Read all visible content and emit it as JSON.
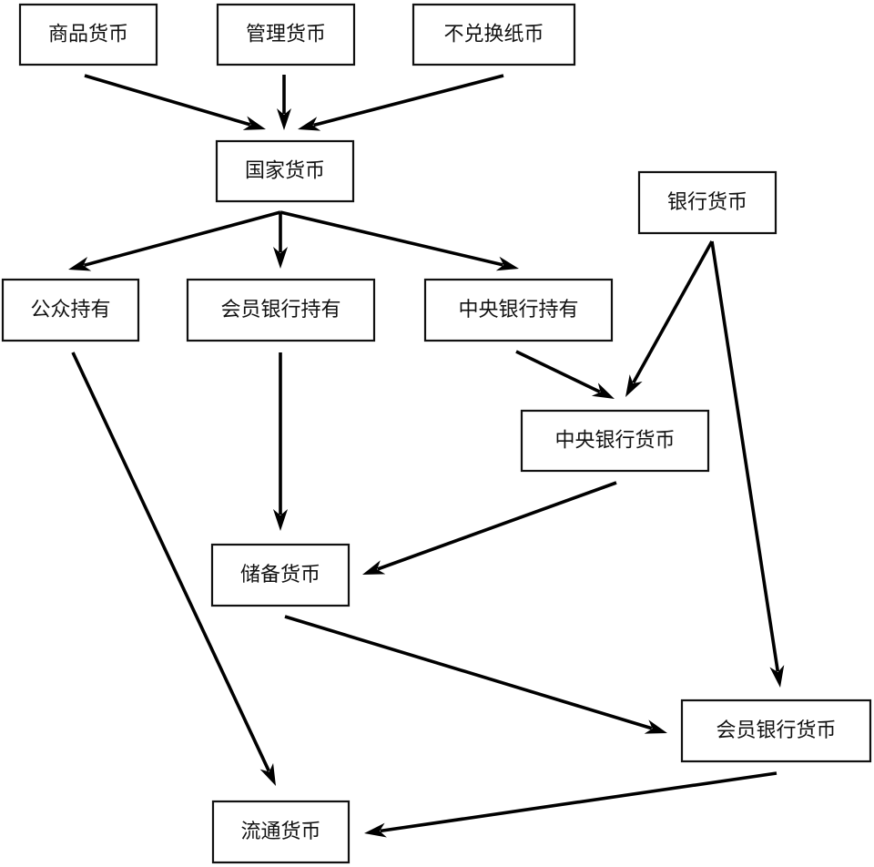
{
  "diagram": {
    "type": "flowchart",
    "description": "Money classification flow",
    "colors": {
      "background": "#ffffff",
      "stroke": "#000000",
      "text": "#111111"
    },
    "nodes": [
      {
        "id": "commodity_money",
        "label": "商品货币"
      },
      {
        "id": "managed_money",
        "label": "管理货币"
      },
      {
        "id": "inconvertible_paper_money",
        "label": "不兑换纸币"
      },
      {
        "id": "state_money",
        "label": "国家货币"
      },
      {
        "id": "bank_money",
        "label": "银行货币"
      },
      {
        "id": "held_by_public",
        "label": "公众持有"
      },
      {
        "id": "held_by_member_banks",
        "label": "会员银行持有"
      },
      {
        "id": "held_by_central_bank",
        "label": "中央银行持有"
      },
      {
        "id": "central_bank_money",
        "label": "中央银行货币"
      },
      {
        "id": "reserve_money",
        "label": "储备货币"
      },
      {
        "id": "member_bank_money",
        "label": "会员银行货币"
      },
      {
        "id": "money_in_circulation",
        "label": "流通货币"
      }
    ],
    "edges": [
      {
        "from": "commodity_money",
        "to": "state_money"
      },
      {
        "from": "managed_money",
        "to": "state_money"
      },
      {
        "from": "inconvertible_paper_money",
        "to": "state_money"
      },
      {
        "from": "state_money",
        "to": "held_by_public"
      },
      {
        "from": "state_money",
        "to": "held_by_member_banks"
      },
      {
        "from": "state_money",
        "to": "held_by_central_bank"
      },
      {
        "from": "held_by_central_bank",
        "to": "central_bank_money"
      },
      {
        "from": "bank_money",
        "to": "central_bank_money"
      },
      {
        "from": "bank_money",
        "to": "member_bank_money"
      },
      {
        "from": "held_by_member_banks",
        "to": "reserve_money"
      },
      {
        "from": "central_bank_money",
        "to": "reserve_money"
      },
      {
        "from": "reserve_money",
        "to": "member_bank_money"
      },
      {
        "from": "held_by_public",
        "to": "money_in_circulation"
      },
      {
        "from": "member_bank_money",
        "to": "money_in_circulation"
      }
    ]
  }
}
